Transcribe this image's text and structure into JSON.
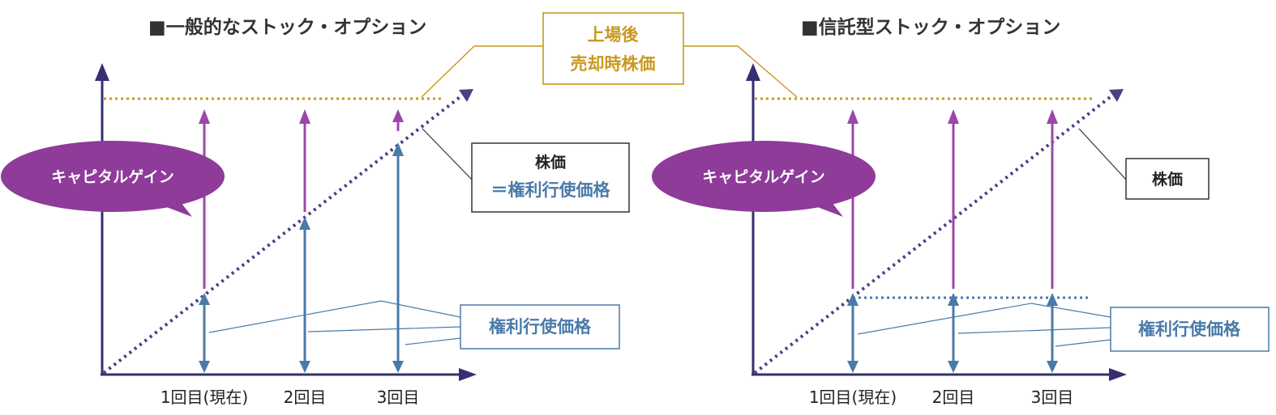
{
  "colors": {
    "axis": "#352f72",
    "purple": "#9b47a9",
    "bubble": "#8e3b9a",
    "blue": "#4a7aa8",
    "gold": "#c9981f",
    "dotted_line": "#4b3f86"
  },
  "left": {
    "title": "■一般的なストック・オプション",
    "bubble_label": "キャピタルゲイン",
    "price_box_line1": "株価",
    "price_box_line2": "＝権利行使価格",
    "exercise_label": "権利行使価格",
    "ticks": [
      "1回目(現在)",
      "2回目",
      "3回目"
    ]
  },
  "right": {
    "title": "■信託型ストック・オプション",
    "bubble_label": "キャピタルゲイン",
    "price_box_line1": "株価",
    "exercise_label": "権利行使価格",
    "ticks": [
      "1回目(現在)",
      "2回目",
      "3回目"
    ]
  },
  "center": {
    "listing_line1": "上場後",
    "listing_line2": "売却時株価"
  }
}
